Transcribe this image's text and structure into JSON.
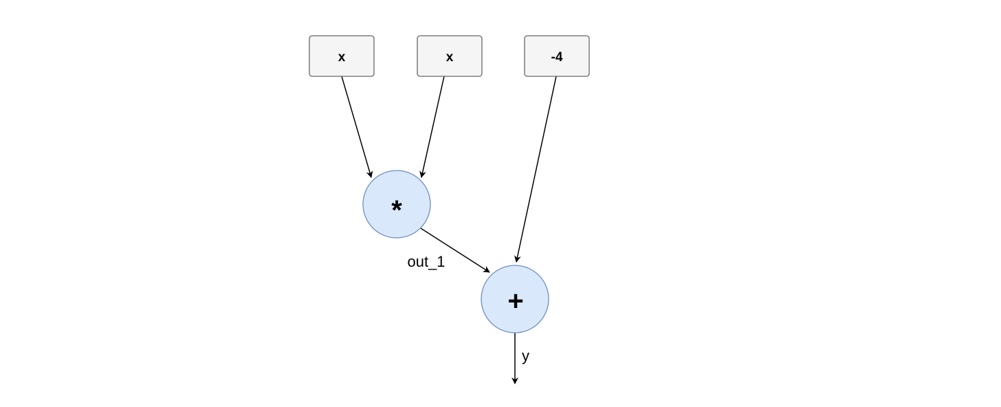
{
  "diagram": {
    "inputs": [
      {
        "id": "input-x-1",
        "label": "x"
      },
      {
        "id": "input-x-2",
        "label": "x"
      },
      {
        "id": "input-const",
        "label": "-4"
      }
    ],
    "operations": [
      {
        "id": "multiply",
        "label": "*"
      },
      {
        "id": "add",
        "label": "+"
      }
    ],
    "edges": [
      {
        "from": "input-x-1",
        "to": "multiply",
        "label": ""
      },
      {
        "from": "input-x-2",
        "to": "multiply",
        "label": ""
      },
      {
        "from": "input-const",
        "to": "add",
        "label": ""
      },
      {
        "from": "multiply",
        "to": "add",
        "label": "out_1"
      },
      {
        "from": "add",
        "to": "output",
        "label": "y"
      }
    ],
    "colors": {
      "input_fill": "#f5f5f5",
      "input_stroke": "#666666",
      "op_fill": "#dae8fc",
      "op_stroke": "#6c8ebf",
      "edge": "#000000"
    }
  }
}
